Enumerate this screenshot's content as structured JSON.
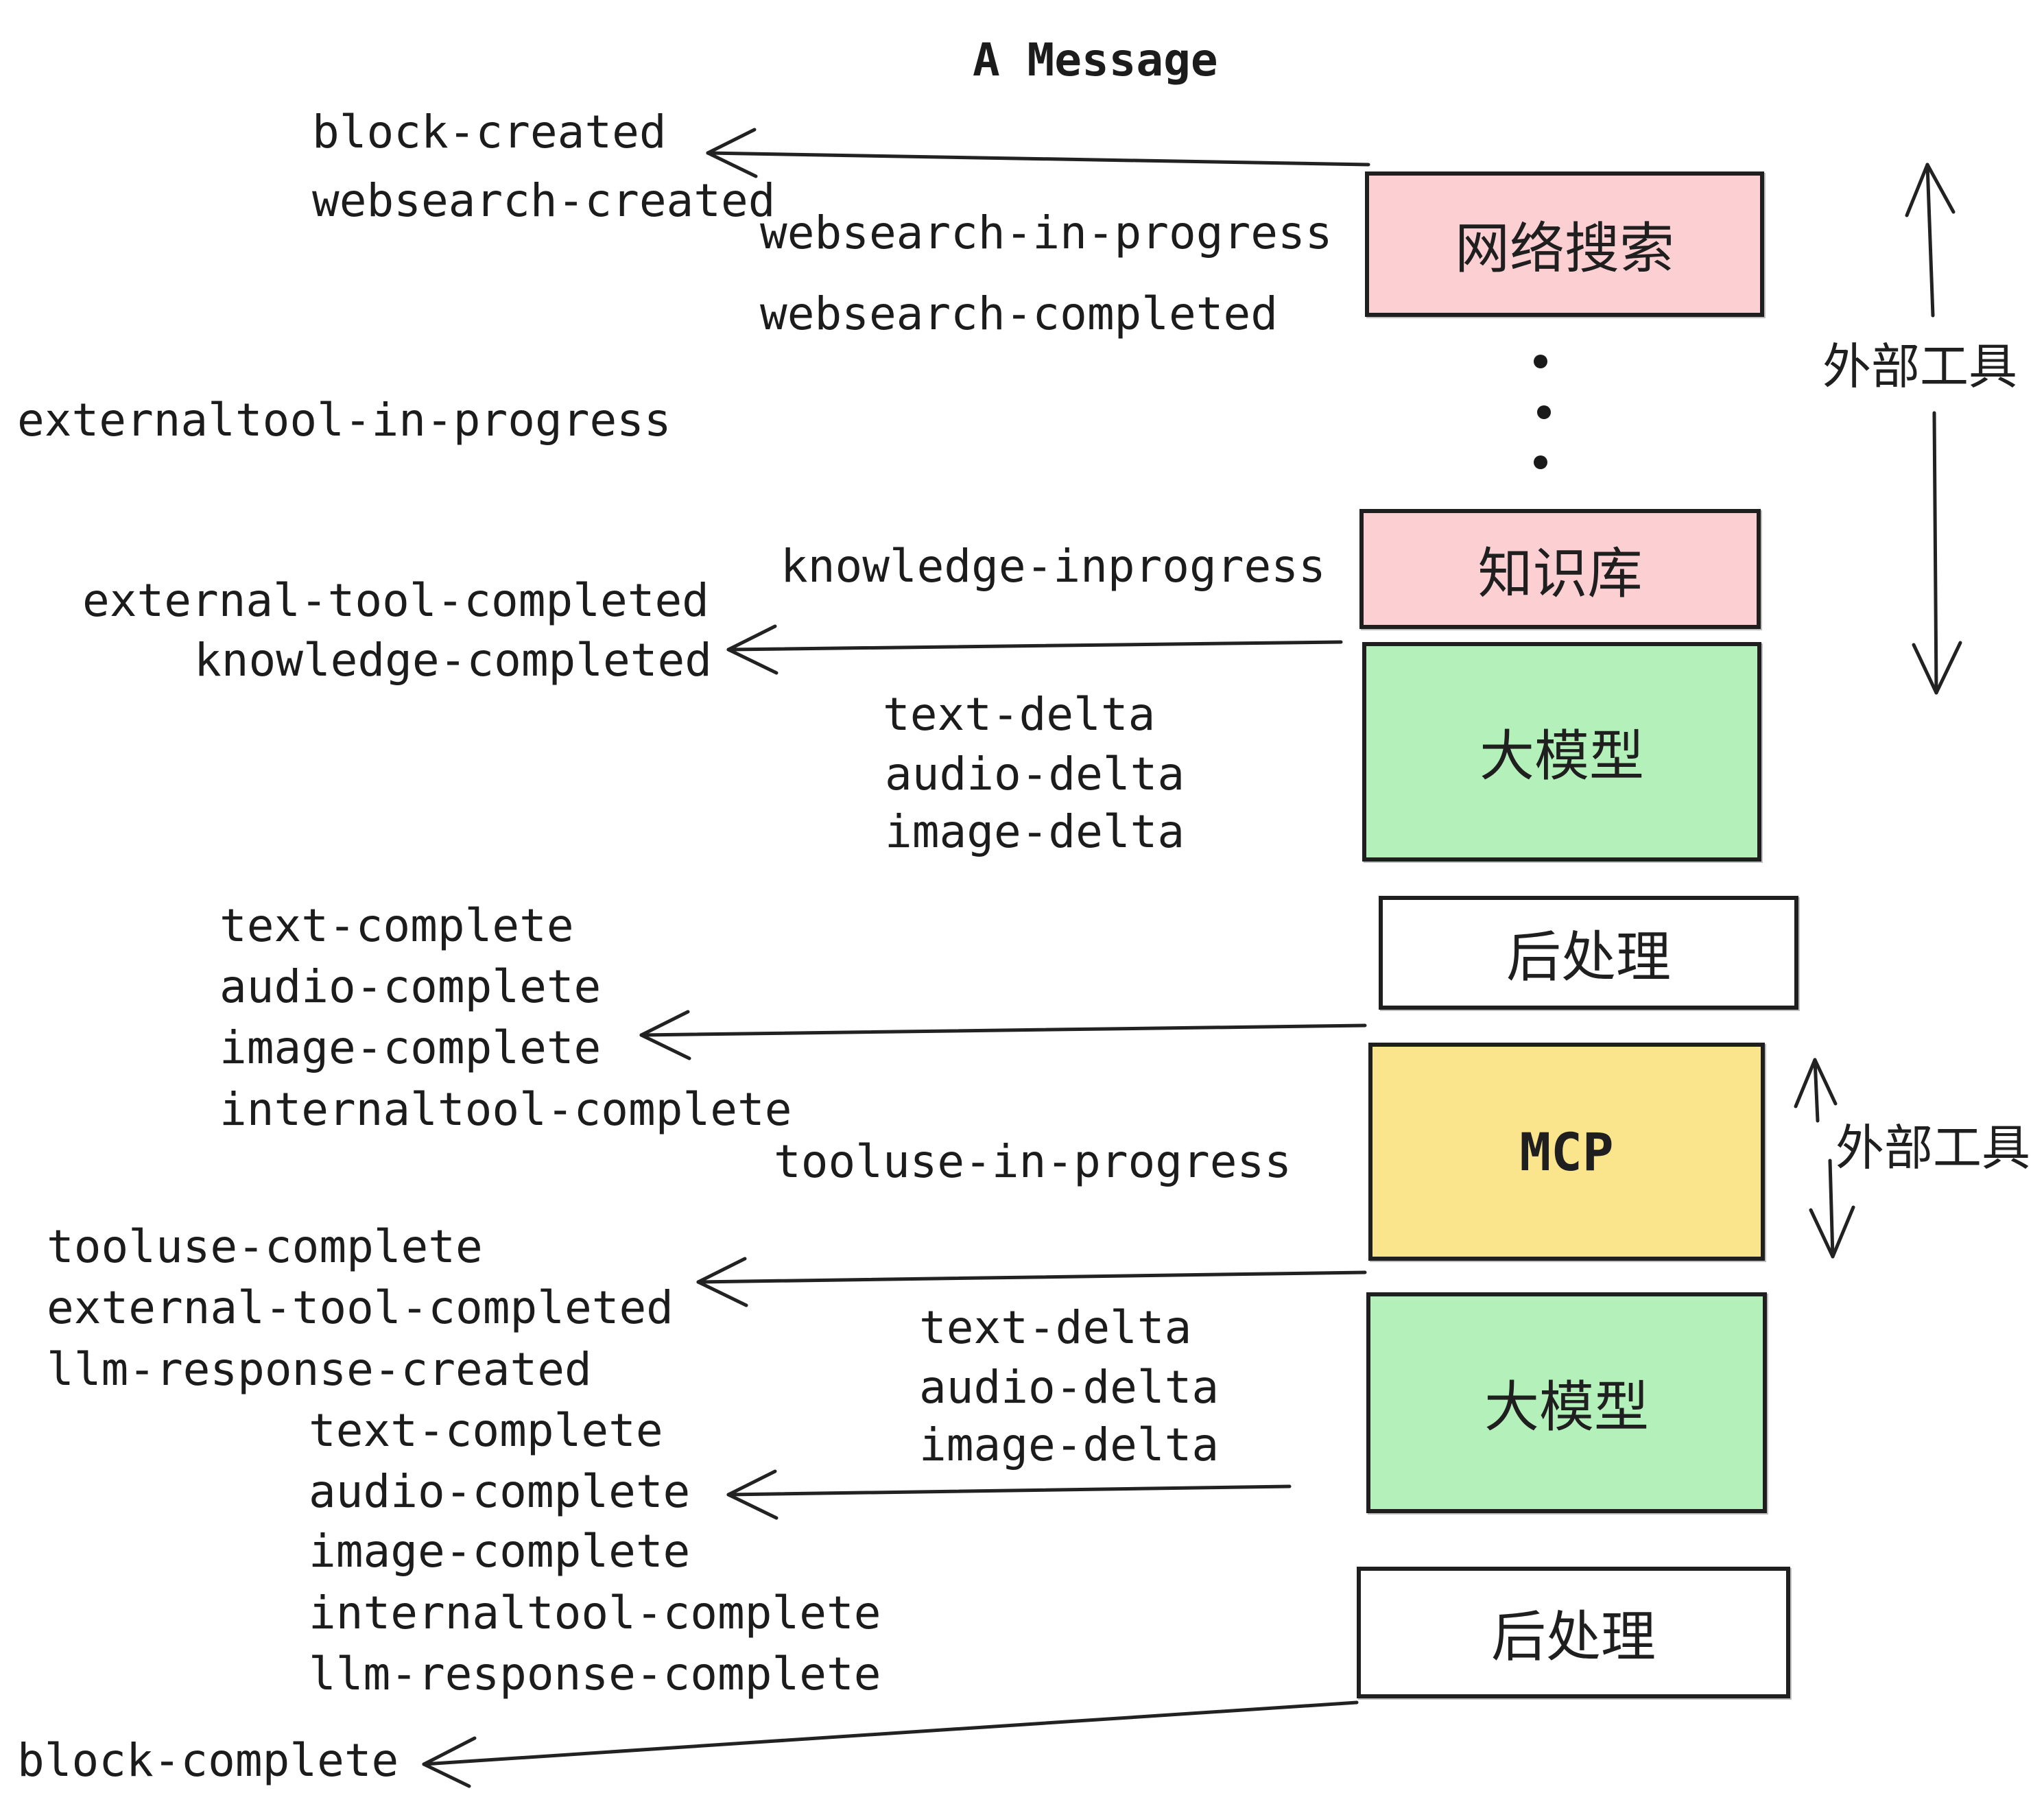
{
  "title": "A Message",
  "events": {
    "block_created": "block-created",
    "websearch_created": "websearch-created",
    "websearch_in_progress": "websearch-in-progress",
    "websearch_completed": "websearch-completed",
    "externaltool_in_progress": "externaltool-in-progress",
    "knowledge_inprogress": "knowledge-inprogress",
    "external_tool_completed_1": "external-tool-completed",
    "knowledge_completed": "knowledge-completed",
    "text_delta_1": "text-delta",
    "audio_delta_1": "audio-delta",
    "image_delta_1": "image-delta",
    "text_complete_1": "text-complete",
    "audio_complete_1": "audio-complete",
    "image_complete_1": "image-complete",
    "internaltool_complete_1": "internaltool-complete",
    "tooluse_in_progress": "tooluse-in-progress",
    "tooluse_complete": "tooluse-complete",
    "external_tool_completed_2": "external-tool-completed",
    "llm_response_created": "llm-response-created",
    "text_delta_2": "text-delta",
    "audio_delta_2": "audio-delta",
    "image_delta_2": "image-delta",
    "text_complete_2": "text-complete",
    "audio_complete_2": "audio-complete",
    "image_complete_2": "image-complete",
    "internaltool_complete_2": "internaltool-complete",
    "llm_response_complete": "llm-response-complete",
    "block_complete": "block-complete"
  },
  "boxes": {
    "websearch": {
      "label": "网络搜索",
      "fill": "#fccfd2"
    },
    "knowledge": {
      "label": "知识库",
      "fill": "#fccfd2"
    },
    "llm_1": {
      "label": "大模型",
      "fill": "#b4f0ba"
    },
    "postprocess_1": {
      "label": "后处理",
      "fill": "#ffffff"
    },
    "mcp": {
      "label": "MCP",
      "fill": "#fae48c"
    },
    "llm_2": {
      "label": "大模型",
      "fill": "#b4f0ba"
    },
    "postprocess_2": {
      "label": "后处理",
      "fill": "#ffffff"
    }
  },
  "side_labels": {
    "external_tools_1": "外部工具",
    "external_tools_2": "外部工具"
  },
  "colors": {
    "background": "#ffffff",
    "text": "#1c1c1c",
    "stroke": "#222222",
    "box_pink": "#fccfd2",
    "box_green": "#b4f0ba",
    "box_yellow": "#fae48c",
    "box_white": "#ffffff"
  }
}
